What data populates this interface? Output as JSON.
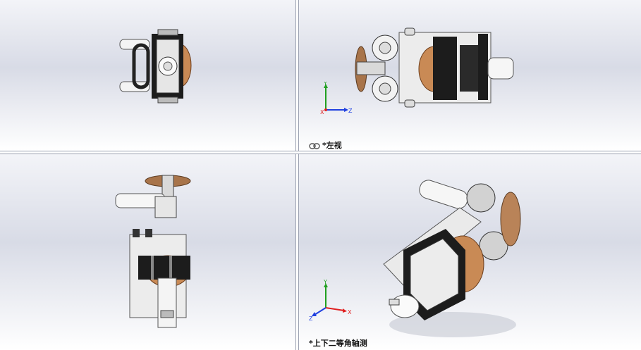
{
  "views": {
    "top_left": {
      "name": "front-view",
      "label": ""
    },
    "top_right": {
      "name": "left-view",
      "label": "*左视",
      "linked": true
    },
    "bottom_left": {
      "name": "top-view",
      "label": ""
    },
    "bottom_right": {
      "name": "isometric-view",
      "label": "*上下二等角轴测"
    }
  },
  "axes": {
    "x": "X",
    "y": "Y",
    "z": "Z"
  },
  "colors": {
    "frame_light": "#e6e6e6",
    "frame_dark": "#1c1c1c",
    "copper": "#c98a55",
    "axis_x": "#e02020",
    "axis_y": "#20a020",
    "axis_z": "#2040e0"
  }
}
